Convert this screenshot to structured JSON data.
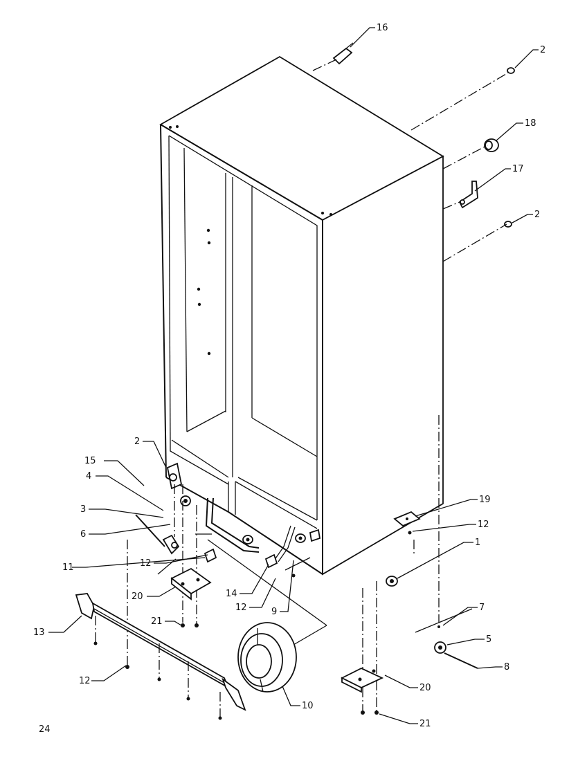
{
  "page_number": "24",
  "callouts": [
    "16",
    "2",
    "18",
    "17",
    "2",
    "2",
    "15",
    "4",
    "3",
    "6",
    "11",
    "12",
    "20",
    "21",
    "13",
    "12",
    "14",
    "12",
    "9",
    "10",
    "19",
    "12",
    "1",
    "7",
    "5",
    "8",
    "20",
    "21"
  ]
}
